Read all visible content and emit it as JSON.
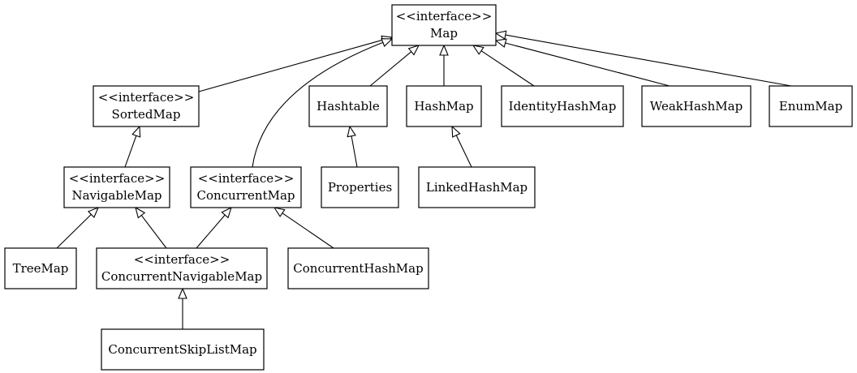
{
  "diagram": {
    "nodes": {
      "map": {
        "stereotype": "<<interface>>",
        "label": "Map"
      },
      "sortedmap": {
        "stereotype": "<<interface>>",
        "label": "SortedMap"
      },
      "hashtable": {
        "label": "Hashtable"
      },
      "hashmap": {
        "label": "HashMap"
      },
      "identityhashmap": {
        "label": "IdentityHashMap"
      },
      "weakhashmap": {
        "label": "WeakHashMap"
      },
      "enummap": {
        "label": "EnumMap"
      },
      "navigablemap": {
        "stereotype": "<<interface>>",
        "label": "NavigableMap"
      },
      "concurrentmap": {
        "stereotype": "<<interface>>",
        "label": "ConcurrentMap"
      },
      "properties": {
        "label": "Properties"
      },
      "linkedhashmap": {
        "label": "LinkedHashMap"
      },
      "treemap": {
        "label": "TreeMap"
      },
      "concurrentnavigablemap": {
        "stereotype": "<<interface>>",
        "label": "ConcurrentNavigableMap"
      },
      "concurrenthashmap": {
        "label": "ConcurrentHashMap"
      },
      "concurrentskiplistmap": {
        "label": "ConcurrentSkipListMap"
      }
    },
    "edges": [
      {
        "from": "sortedmap",
        "to": "map"
      },
      {
        "from": "concurrentmap",
        "to": "map"
      },
      {
        "from": "hashtable",
        "to": "map"
      },
      {
        "from": "hashmap",
        "to": "map"
      },
      {
        "from": "identityhashmap",
        "to": "map"
      },
      {
        "from": "weakhashmap",
        "to": "map"
      },
      {
        "from": "enummap",
        "to": "map"
      },
      {
        "from": "navigablemap",
        "to": "sortedmap"
      },
      {
        "from": "properties",
        "to": "hashtable"
      },
      {
        "from": "linkedhashmap",
        "to": "hashmap"
      },
      {
        "from": "treemap",
        "to": "navigablemap"
      },
      {
        "from": "concurrentnavigablemap",
        "to": "navigablemap"
      },
      {
        "from": "concurrentnavigablemap",
        "to": "concurrentmap"
      },
      {
        "from": "concurrenthashmap",
        "to": "concurrentmap"
      },
      {
        "from": "concurrentskiplistmap",
        "to": "concurrentnavigablemap"
      }
    ]
  }
}
